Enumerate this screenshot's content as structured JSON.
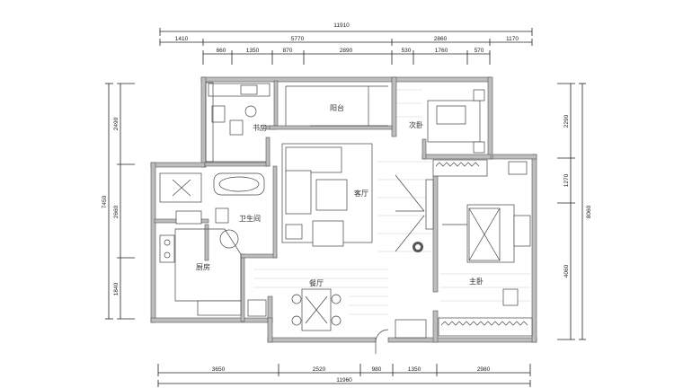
{
  "dimensions": {
    "top_total": "11910",
    "top_row2": [
      "1410",
      "5770",
      "2860",
      "1170"
    ],
    "top_row3": [
      "660",
      "1350",
      "870",
      "2890",
      "530",
      "1760",
      "570"
    ],
    "bottom_row1": [
      "3650",
      "2520",
      "980",
      "1350",
      "2980"
    ],
    "bottom_total": "11960",
    "left_total": "7450",
    "left_parts": [
      "2490",
      "2660",
      "1840"
    ],
    "right_total": "8060",
    "right_parts": [
      "2290",
      "1270",
      "4060"
    ]
  },
  "rooms": {
    "study": "书房",
    "balcony": "阳台",
    "kid_room": "次卧",
    "living": "客厅",
    "bathroom": "卫生间",
    "kitchen": "厨房",
    "dining": "餐厅",
    "master": "主卧"
  }
}
